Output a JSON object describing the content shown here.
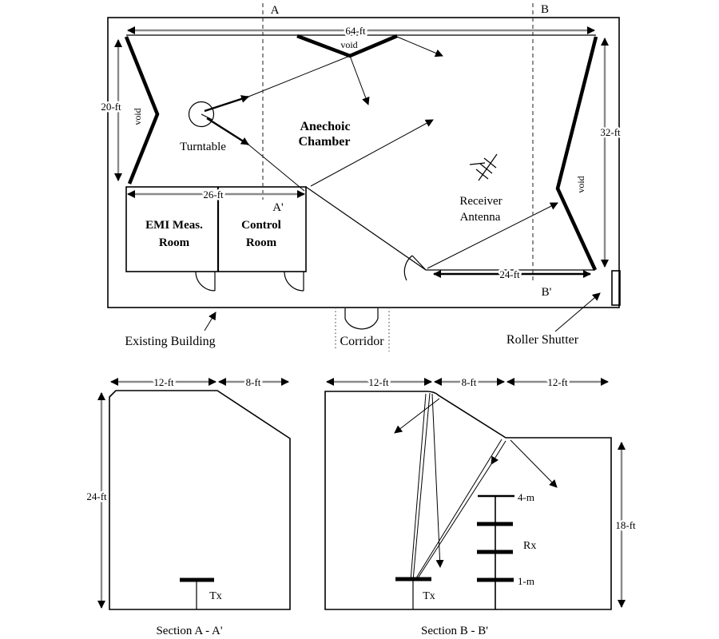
{
  "diagram": {
    "line_color": "#000000",
    "dim_color": "#8a8a8a",
    "plan": {
      "cut_a": "A",
      "cut_a_prime": "A'",
      "cut_b": "B",
      "cut_b_prime": "B'",
      "dim_top": "64-ft",
      "dim_left": "20-ft",
      "dim_right": "32-ft",
      "dim_rooms": "26-ft",
      "dim_bottom": "24-ft",
      "void_left": "void",
      "void_top": "void",
      "void_right": "void",
      "turntable": "Turntable",
      "chamber_line1": "Anechoic",
      "chamber_line2": "Chamber",
      "receiver_line1": "Receiver",
      "receiver_line2": "Antenna",
      "emi_line1": "EMI Meas.",
      "emi_line2": "Room",
      "control_line1": "Control",
      "control_line2": "Room",
      "existing_building": "Existing Building",
      "corridor": "Corridor",
      "roller_shutter": "Roller Shutter"
    },
    "section_a": {
      "dim1": "12-ft",
      "dim2": "8-ft",
      "dim_height": "24-ft",
      "tx": "Tx",
      "caption": "Section A - A'"
    },
    "section_b": {
      "dim1": "12-ft",
      "dim2": "8-ft",
      "dim3": "12-ft",
      "dim_height": "18-ft",
      "mast_top": "4-m",
      "mast_rx": "Rx",
      "mast_bottom": "1-m",
      "tx": "Tx",
      "caption": "Section B - B'"
    }
  }
}
